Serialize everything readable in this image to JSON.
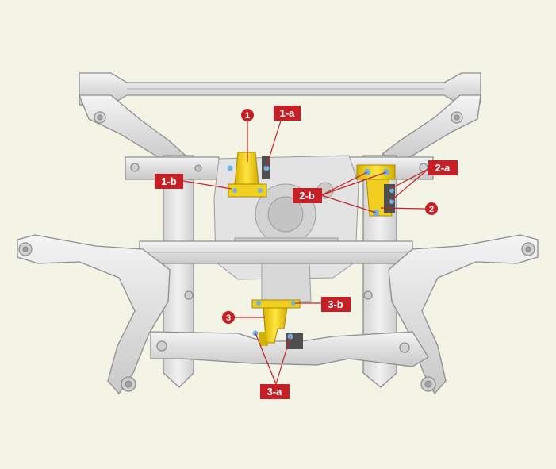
{
  "callouts": {
    "c1": "1",
    "c1a": "1-a",
    "c1b": "1-b",
    "c2": "2",
    "c2a": "2-a",
    "c2b": "2-b",
    "c3": "3",
    "c3a": "3-a",
    "c3b": "3-b"
  },
  "colors": {
    "background": "#f3f3e6",
    "frame": "#e3e3e3",
    "frame_edge": "#9b9b9b",
    "mount": "#f2d11c",
    "bolt": "#6fb2e3",
    "callout": "#c62026"
  }
}
